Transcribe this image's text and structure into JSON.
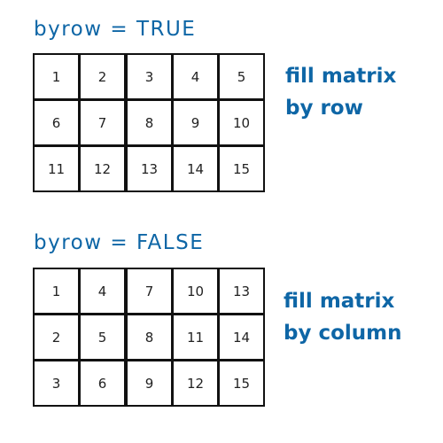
{
  "colors": {
    "accent": "#0e66a6",
    "grid_line": "#111111",
    "text": "#222222"
  },
  "panels": [
    {
      "heading": "byrow = TRUE",
      "description_lines": [
        "fill matrix",
        "by row"
      ],
      "rows": [
        [
          "1",
          "2",
          "3",
          "4",
          "5"
        ],
        [
          "6",
          "7",
          "8",
          "9",
          "10"
        ],
        [
          "11",
          "12",
          "13",
          "14",
          "15"
        ]
      ]
    },
    {
      "heading": "byrow = FALSE",
      "description_lines": [
        "fill matrix",
        "by column"
      ],
      "rows": [
        [
          "1",
          "4",
          "7",
          "10",
          "13"
        ],
        [
          "2",
          "5",
          "8",
          "11",
          "14"
        ],
        [
          "3",
          "6",
          "9",
          "12",
          "15"
        ]
      ]
    }
  ]
}
